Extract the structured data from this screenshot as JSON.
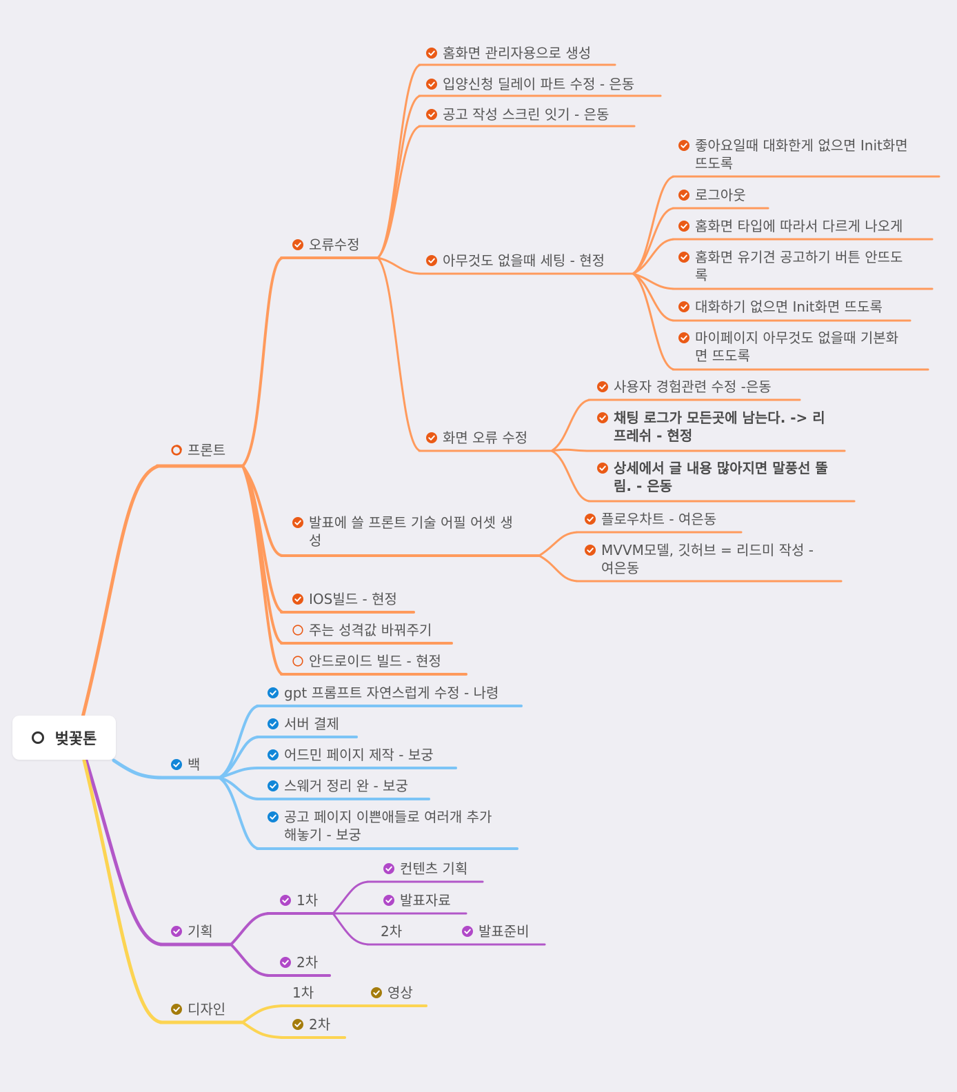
{
  "root": {
    "label": "벚꽃톤"
  },
  "colors": {
    "front": "#ff9a5c",
    "front_check": "#ea5a16",
    "back": "#7cc4f6",
    "back_check": "#1186d8",
    "plan": "#b257c8",
    "plan_check": "#b048c8",
    "design": "#fcd452",
    "design_check": "#a47c0c"
  },
  "nodes": {
    "front": "프론트",
    "errfix": "오류수정",
    "e1": "홈화면 관리자용으로 생성",
    "e2": "입양신청 딜레이 파트 수정 - 은동",
    "e3": "공고 작성 스크린 잇기 - 은동",
    "e4": "아무것도 없을때 세팅 - 현정",
    "e4a": "좋아요일때 대화한게 없으면 Init화면",
    "e4a2": "뜨도록",
    "e4b": "로그아웃",
    "e4c": "홈화면 타입에 따라서 다르게 나오게",
    "e4d": "홈화면 유기견 공고하기 버튼 안뜨도",
    "e4d2": "록",
    "e4e": "대화하기 없으면 Init화면 뜨도록",
    "e4f": "마이페이지 아무것도 없을때 기본화",
    "e4f2": "면 뜨도록",
    "e5": "화면 오류 수정",
    "e5a": "사용자 경험관련 수정 -은동",
    "e5b": "채팅 로그가 모든곳에 남는다. -> 리",
    "e5b2": "프레쉬 - 현정",
    "e5c": "상세에서 글 내용 많아지면 말풍선 뚤",
    "e5c2": "림. - 은동",
    "pres": "발표에 쓸 프론트 기술 어필 어셋 생",
    "pres2": "성",
    "pa": "플로우차트 - 여은동",
    "pb": "MVVM모델, 깃허브 = 리드미 작성 -",
    "pb2": "여은동",
    "ios": "IOS빌드 - 현정",
    "persona": "주는 성격값 바꿔주기",
    "android": "안드로이드 빌드 - 현정",
    "back": "백",
    "b1": "gpt 프롬프트 자연스럽게 수정 - 나령",
    "b2": "서버 결제",
    "b3": "어드민 페이지 제작 - 보궁",
    "b4": "스웨거 정리 완 - 보궁",
    "b5": "공고 페이지 이쁜애들로 여러개 추가",
    "b5b": "해놓기 - 보궁",
    "plan": "기획",
    "p1": "1차",
    "p1a": "컨텐츠 기획",
    "p1b": "발표자료",
    "p1c": "2차",
    "p1c1": "발표준비",
    "p2": "2차",
    "design": "디자인",
    "d1": "1차",
    "d1a": "영상",
    "d2": "2차"
  }
}
